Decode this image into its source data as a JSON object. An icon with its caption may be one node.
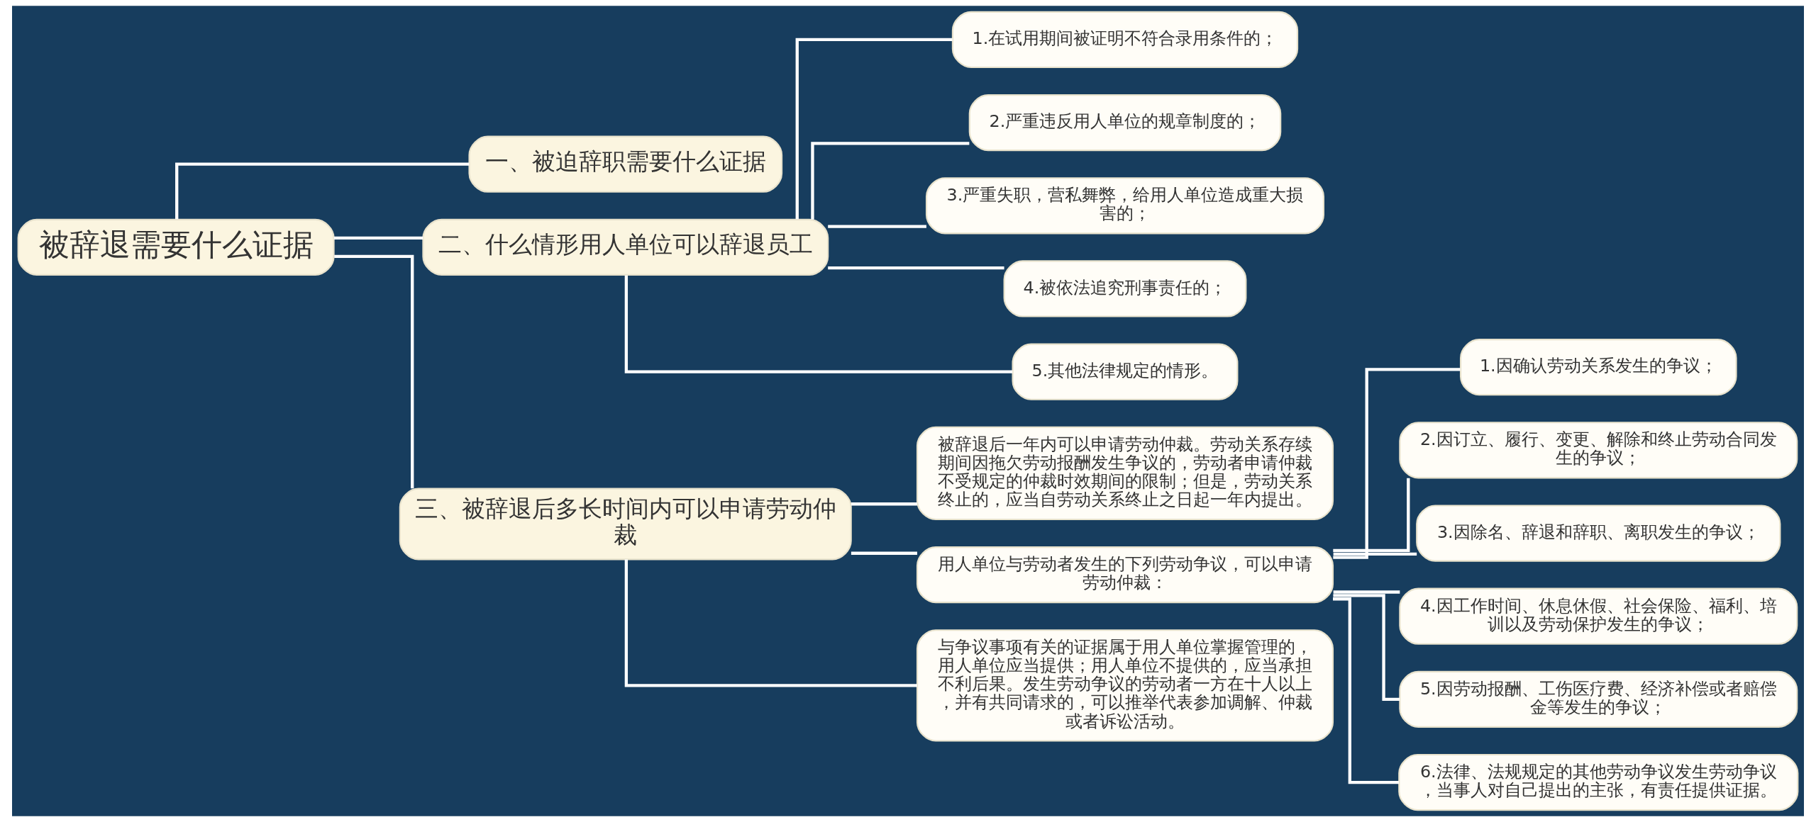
{
  "diagram": {
    "nodes": [
      {
        "text": [
          "被辞退需要什么证据"
        ]
      },
      {
        "text": [
          "一、被迫辞职需要什么证据"
        ]
      },
      {
        "text": [
          "二、什么情形用人单位可以辞退员工"
        ]
      },
      {
        "text": [
          "1.在试用期间被证明不符合录用条件的；"
        ]
      },
      {
        "text": [
          "2.严重违反用人单位的规章制度的；"
        ]
      },
      {
        "text": [
          "3.严重失职，营私舞弊，给用人单位造成重大损害的；"
        ]
      },
      {
        "text": [
          "4.被依法追究刑事责任的；"
        ]
      },
      {
        "text": [
          "5.其他法律规定的情形。"
        ]
      },
      {
        "text": [
          "三、被辞退后多长时间内可以申请劳动仲裁"
        ]
      },
      {
        "text": [
          "被辞退后一年内可以申请劳动仲裁。劳动关系存续期间因拖欠劳动报酬发生争议的，劳动者申请仲裁不受规定的仲裁时效期间的限制；但是，劳动关系终止的，应当自劳动关系终止之日起一年内提出。"
        ]
      },
      {
        "text": [
          "用人单位与劳动者发生的下列劳动争议，可以申请劳动仲裁："
        ]
      },
      {
        "text": [
          "1.因确认劳动关系发生的争议；"
        ]
      },
      {
        "text": [
          "2.因订立、履行、变更、解除和终止劳动合同发生的争议；"
        ]
      },
      {
        "text": [
          "3.因除名、辞退和辞职、离职发生的争议；"
        ]
      },
      {
        "text": [
          "4.因工作时间、休息休假、社会保险、福利、培训以及劳动保护发生的争议；"
        ]
      },
      {
        "text": [
          "5.因劳动报酬、工伤医疗费、经济补偿或者赔偿金等发生的争议；"
        ]
      },
      {
        "text": [
          "6.法律、法规规定的其他劳动争议发生劳动争议，当事人对自己提出的主张，有责任提供证据。"
        ]
      },
      {
        "text": [
          "与争议事项有关的证据属于用人单位掌握管理的，用人单位应当提供；用人单位不提供的，应当承担不利后果。发生劳动争议的劳动者一方在十人以上，并有共同请求的，可以推举代表参加调解、仲裁或者诉讼活动。"
        ]
      }
    ],
    "edges": [
      {
        "from": 0,
        "to": 1,
        "arrow": "none"
      },
      {
        "from": 0,
        "to": 2,
        "arrow": "none"
      },
      {
        "from": 2,
        "to": 3,
        "arrow": "none"
      },
      {
        "from": 2,
        "to": 4,
        "arrow": "none"
      },
      {
        "from": 2,
        "to": 5,
        "arrow": "none"
      },
      {
        "from": 2,
        "to": 6,
        "arrow": "none"
      },
      {
        "from": 2,
        "to": 7,
        "arrow": "none"
      },
      {
        "from": 0,
        "to": 8,
        "arrow": "none"
      },
      {
        "from": 8,
        "to": 9,
        "arrow": "none"
      },
      {
        "from": 8,
        "to": 10,
        "arrow": "none"
      },
      {
        "from": 10,
        "to": 11,
        "arrow": "none"
      },
      {
        "from": 10,
        "to": 12,
        "arrow": "none"
      },
      {
        "from": 10,
        "to": 13,
        "arrow": "none"
      },
      {
        "from": 10,
        "to": 14,
        "arrow": "none"
      },
      {
        "from": 10,
        "to": 15,
        "arrow": "none"
      },
      {
        "from": 10,
        "to": 16,
        "arrow": "none"
      },
      {
        "from": 8,
        "to": 17,
        "arrow": "none"
      }
    ]
  }
}
